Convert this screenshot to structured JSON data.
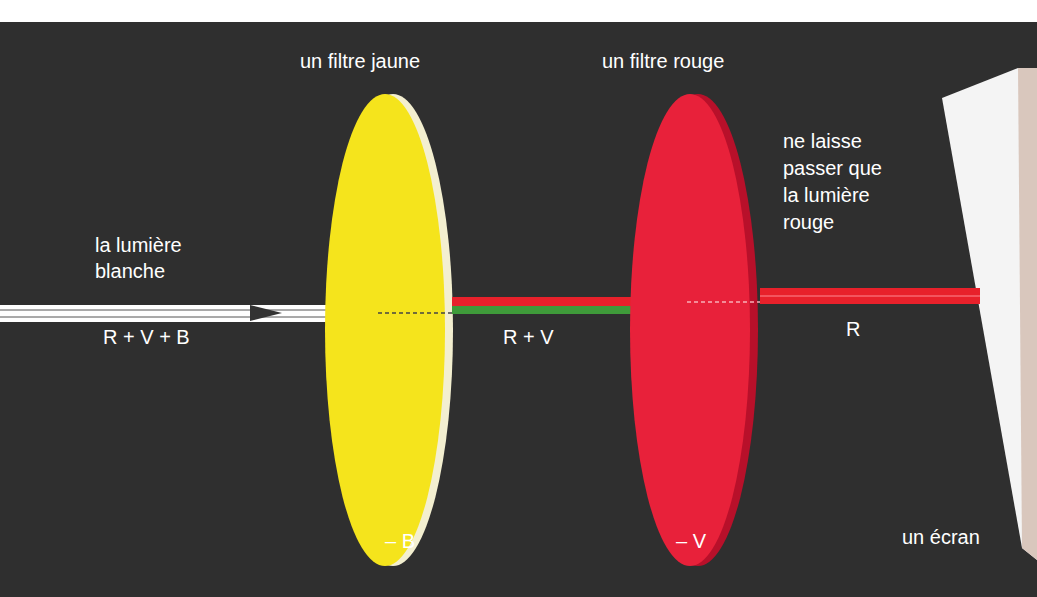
{
  "diagram": {
    "labels": [
      "un filtre jaune",
      "un filtre rouge",
      "ne laisse passer que la lumière rouge",
      "la lumière blanche",
      "R + V + B",
      "R + V",
      "R",
      "– B",
      "– V",
      "un écran"
    ]
  }
}
